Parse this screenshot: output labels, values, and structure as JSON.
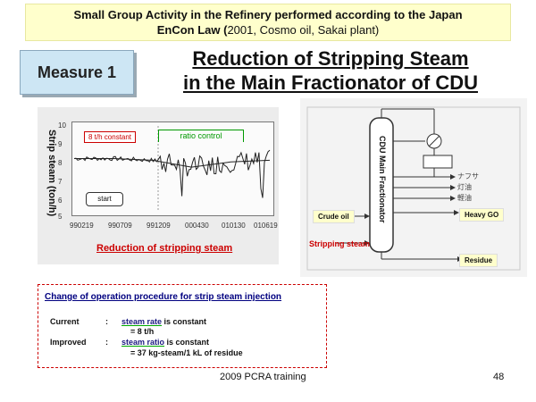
{
  "header": {
    "line1": "Small Group Activity in the Refinery performed according to the Japan",
    "line2_bold": "EnCon Law (",
    "line2_normal": "2001, Cosmo oil, Sakai plant)"
  },
  "measure_label": "Measure 1",
  "title": {
    "line1": "Reduction of Stripping Steam",
    "line2": "in the Main Fractionator of CDU"
  },
  "chart": {
    "ylabel": "Strip steam (ton/h)",
    "yticks": [
      "10",
      "9",
      "8",
      "7",
      "6",
      "5"
    ],
    "xticks": [
      "990219",
      "990709",
      "991209",
      "000430",
      "010130",
      "010619"
    ],
    "annotation_constant": "8 t/h constant",
    "annotation_ratio": "ratio control",
    "annotation_start": "start",
    "caption": "Reduction of stripping steam"
  },
  "chart_data": {
    "type": "line",
    "title": "",
    "xlabel": "",
    "ylabel": "Strip steam (ton/h)",
    "ylim": [
      5,
      10
    ],
    "x": [
      "990219",
      "990709",
      "991209",
      "000430",
      "010130",
      "010619"
    ],
    "series": [
      {
        "values": [
          8.1,
          8.1,
          8.0,
          7.6,
          7.9,
          8.0
        ]
      }
    ]
  },
  "diagram": {
    "column_label": "CDU Main Fractionator",
    "crude_oil": "Crude oil",
    "heavy_go": "Heavy GO",
    "residue": "Residue",
    "stripping_steam": "Stripping steam",
    "naphtha_jp": "ナフサ",
    "kerosene_jp": "灯油",
    "light_oil_jp": "軽油"
  },
  "procedure": {
    "title": "Change of operation procedure for strip steam injection",
    "current_label": "Current",
    "current_colon": ":",
    "current_key": "steam rate",
    "current_rest": " is constant",
    "current_value": "= 8 t/h",
    "improved_label": "Improved",
    "improved_colon": ":",
    "improved_key": "steam ratio",
    "improved_rest": " is constant",
    "improved_value": "= 37 kg-steam/1 kL of residue"
  },
  "footer": {
    "center": "2009 PCRA training",
    "page": "48"
  }
}
